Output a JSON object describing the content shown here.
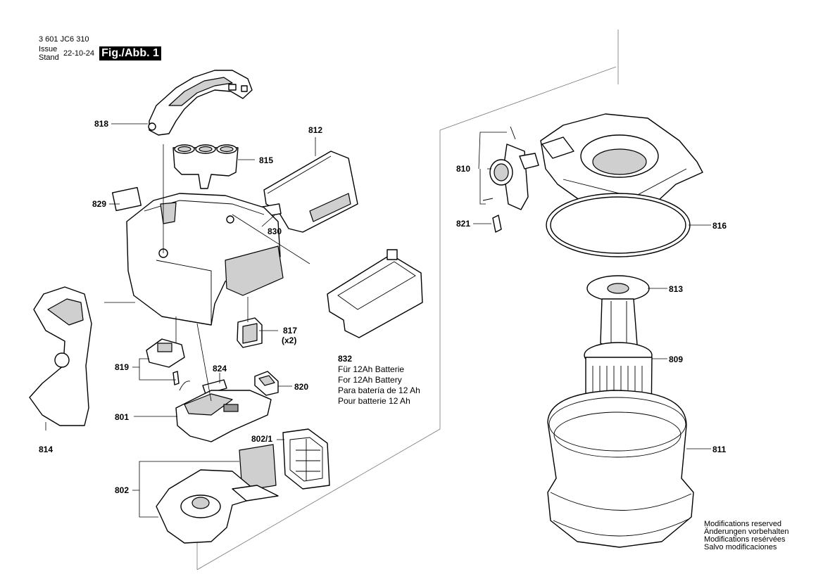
{
  "header": {
    "doc_number": "3 601 JC6 310",
    "issue_label": "Issue",
    "stand_label": "Stand",
    "date": "22-10-24",
    "figure_label": "Fig./Abb. 1"
  },
  "callouts": {
    "c818": "818",
    "c815": "815",
    "c812": "812",
    "c829": "829",
    "c830": "830",
    "c817": "817",
    "c817_qty": "(x2)",
    "c814": "814",
    "c819": "819",
    "c824": "824",
    "c820": "820",
    "c801": "801",
    "c802_1": "802/1",
    "c802": "802",
    "c832": "832",
    "c810": "810",
    "c821": "821",
    "c816": "816",
    "c813": "813",
    "c809": "809",
    "c811": "811"
  },
  "battery_note": [
    "Für 12Ah Batterie",
    "For 12Ah Battery",
    "Para batería de 12 Ah",
    "Pour batterie 12 Ah"
  ],
  "modifications_note": [
    "Modifications reserved",
    "Änderungen vorbehalten",
    "Modifications resérvées",
    "Salvo modificaciones"
  ]
}
